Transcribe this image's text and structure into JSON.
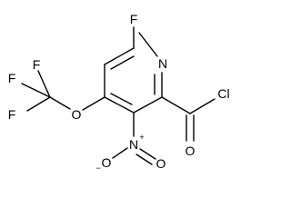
{
  "molecule": {
    "atoms": {
      "f_ring": "F",
      "n_ring": "N",
      "cl": "Cl",
      "o_carbonyl": "O",
      "o_ether": "O",
      "f_cf3_top": "F",
      "f_cf3_left": "F",
      "f_cf3_bottom": "F",
      "n_nitro": "N",
      "n_nitro_charge": "+",
      "o_nitro_left": "O",
      "o_nitro_left_charge": "−",
      "o_nitro_right": "O"
    }
  }
}
